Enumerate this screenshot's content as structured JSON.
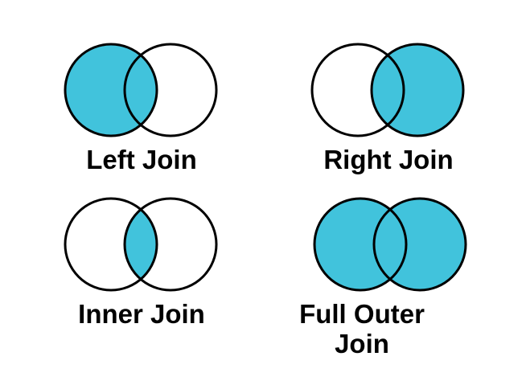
{
  "figure": {
    "description": "SQL join types shown as two-circle Venn diagrams"
  },
  "colors": {
    "fill": "#41C3DC",
    "stroke": "#000000",
    "background": "#FFFFFF",
    "label_text": "#000000"
  },
  "panels": [
    {
      "id": "left-join",
      "label": "Left Join",
      "filled_regions": {
        "left": true,
        "right": false,
        "intersection": true
      }
    },
    {
      "id": "right-join",
      "label": "Right Join",
      "filled_regions": {
        "left": false,
        "right": true,
        "intersection": true
      }
    },
    {
      "id": "inner-join",
      "label": "Inner Join",
      "filled_regions": {
        "left": false,
        "right": false,
        "intersection": true
      }
    },
    {
      "id": "full-outer-join",
      "label": "Full Outer\nJoin",
      "filled_regions": {
        "left": true,
        "right": true,
        "intersection": true
      }
    }
  ]
}
